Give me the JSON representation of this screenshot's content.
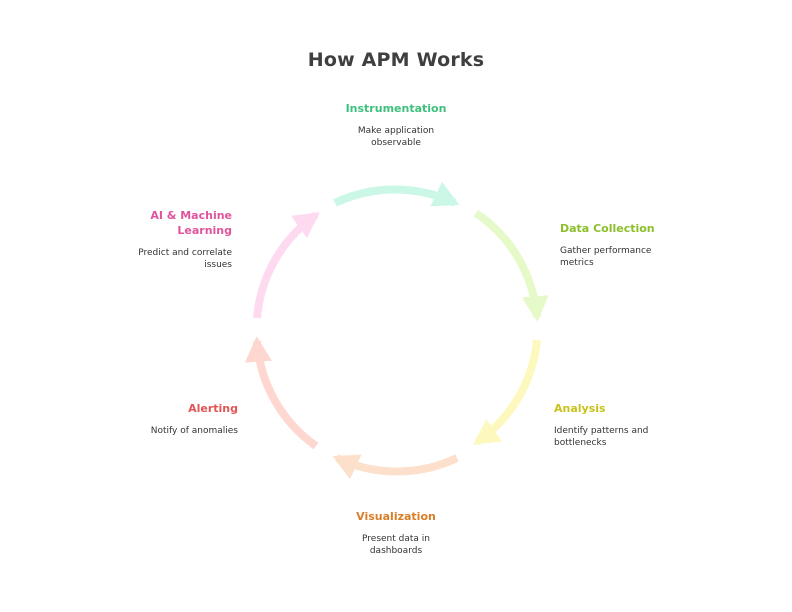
{
  "title": "How APM Works",
  "steps": [
    {
      "label": "Instrumentation",
      "description": "Make application observable",
      "color": "#3ec07e",
      "arrow_color": "#cbf7e6"
    },
    {
      "label": "Data Collection",
      "description": "Gather performance metrics",
      "color": "#8bbf2a",
      "arrow_color": "#e5fac8"
    },
    {
      "label": "Analysis",
      "description": "Identify patterns and bottlenecks",
      "color": "#c8c21a",
      "arrow_color": "#fdf8bd"
    },
    {
      "label": "Visualization",
      "description": "Present data in dashboards",
      "color": "#d97e28",
      "arrow_color": "#fde0cc"
    },
    {
      "label": "Alerting",
      "description": "Notify of anomalies",
      "color": "#e05555",
      "arrow_color": "#fed7d1"
    },
    {
      "label": "AI & Machine Learning",
      "description": "Predict and correlate issues",
      "color": "#e0549e",
      "arrow_color": "#fedaf0"
    }
  ]
}
